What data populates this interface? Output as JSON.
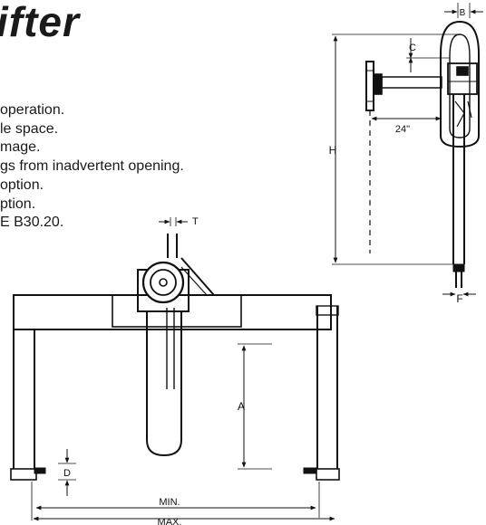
{
  "title": "ifter",
  "features": [
    "operation.",
    "le space.",
    "mage.",
    "gs from inadvertent opening.",
    "option.",
    "ption.",
    "E B30.20."
  ],
  "side_view": {
    "labels": {
      "b": "B",
      "c": "C",
      "h": "H",
      "f": "F",
      "length": "24\""
    }
  },
  "front_view": {
    "labels": {
      "t": "T",
      "a": "A",
      "d": "D",
      "min": "MIN.",
      "max": "MAX."
    }
  }
}
